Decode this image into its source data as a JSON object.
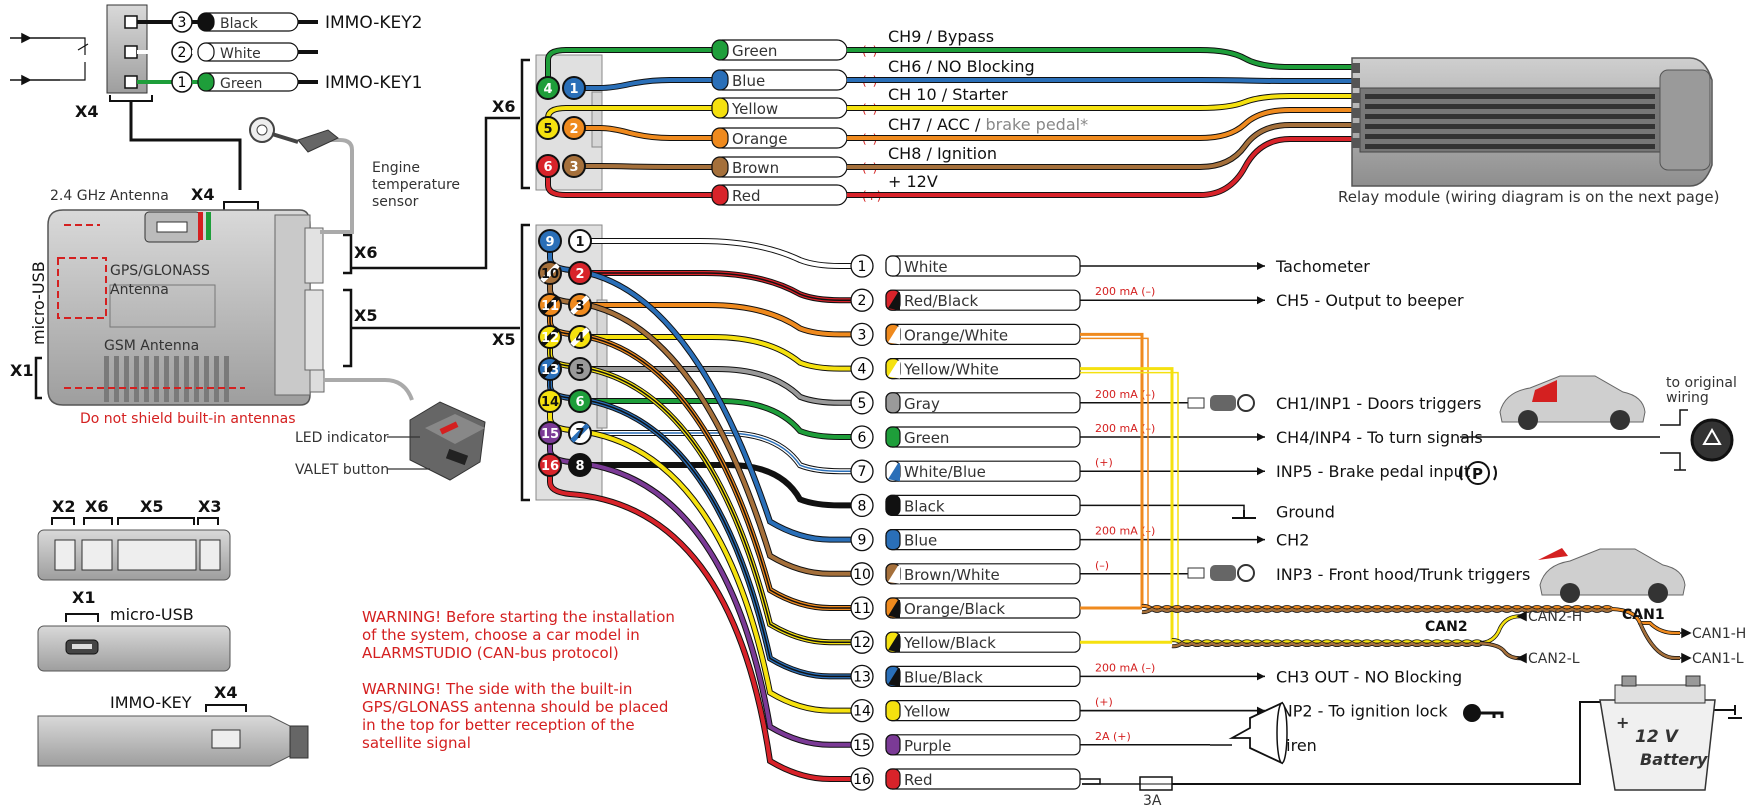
{
  "colors": {
    "White": "#ffffff",
    "Red": "#d8232a",
    "Black": "#111111",
    "Green": "#1e9e3a",
    "Blue": "#2a6fb8",
    "Yellow": "#f5e10f",
    "Orange": "#ef8a1e",
    "Brown": "#a5703b",
    "Gray": "#9a9a9a",
    "Purple": "#7b3a96",
    "Accent": "#d42020"
  },
  "immo": {
    "label_x4": "X4",
    "pins": [
      {
        "num": "3",
        "color": "Black",
        "label": "Black",
        "target": "IMMO-KEY2"
      },
      {
        "num": "2",
        "color": "White",
        "label": "White",
        "target": ""
      },
      {
        "num": "1",
        "color": "Green",
        "label": "Green",
        "target": "IMMO-KEY1"
      }
    ]
  },
  "unit": {
    "antenna_24": "2.4 GHz Antenna",
    "x4": "X4",
    "gps_line1": "GPS/GLONASS",
    "gps_line2": "Antenna",
    "gsm": "GSM Antenna",
    "micro_usb": "micro-USB",
    "x1": "X1",
    "x6": "X6",
    "x5": "X5",
    "shield_warning": "Do not shield built-in antennas",
    "engine_line1": "Engine",
    "engine_line2": "temperature",
    "engine_line3": "sensor",
    "led": "LED indicator",
    "valet": "VALET button"
  },
  "relay": {
    "x6_label": "X6",
    "module_label": "Relay module (wiring diagram is on the next page)",
    "wires": [
      {
        "pin": "4",
        "color": "Green",
        "label": "Green",
        "pol": "(–)",
        "func": "CH9 / Bypass",
        "func2": ""
      },
      {
        "pin": "1",
        "color": "Blue",
        "label": "Blue",
        "pol": "(–)",
        "func": "CH6 / NO Blocking",
        "func2": ""
      },
      {
        "pin": "5",
        "color": "Yellow",
        "label": "Yellow",
        "pol": "(–)",
        "func": "CH 10 / Starter",
        "func2": ""
      },
      {
        "pin": "2",
        "color": "Orange",
        "label": "Orange",
        "pol": "(–)",
        "func": "CH7 / ACC / ",
        "func2": "brake pedal*"
      },
      {
        "pin": "3",
        "color": "Brown",
        "label": "Brown",
        "pol": "(–)",
        "func": "CH8 / Ignition",
        "func2": ""
      },
      {
        "pin": "6",
        "color": "Red",
        "label": "Red",
        "pol": "(+)",
        "func": "+ 12V",
        "func2": ""
      }
    ]
  },
  "main": {
    "x5_label": "X5",
    "connector_pins": [
      {
        "left": "9",
        "leftColor": "Blue",
        "right": "1",
        "rightColor": "White"
      },
      {
        "left": "10",
        "leftColor": "Brown/White",
        "right": "2",
        "rightColor": "Red"
      },
      {
        "left": "11",
        "leftColor": "Orange/Black",
        "right": "3",
        "rightColor": "Orange/White"
      },
      {
        "left": "12",
        "leftColor": "Yellow/Black",
        "right": "4",
        "rightColor": "Yellow/White"
      },
      {
        "left": "13",
        "leftColor": "Blue/Black",
        "right": "5",
        "rightColor": "Gray"
      },
      {
        "left": "14",
        "leftColor": "Yellow",
        "right": "6",
        "rightColor": "Green"
      },
      {
        "left": "15",
        "leftColor": "Purple",
        "right": "7",
        "rightColor": "White/Blue"
      },
      {
        "left": "16",
        "leftColor": "Red",
        "right": "8",
        "rightColor": "Black"
      }
    ],
    "wires": [
      {
        "num": "1",
        "label": "White",
        "c1": "White",
        "c2": "",
        "spec": "",
        "func": "Tachometer"
      },
      {
        "num": "2",
        "label": "Red/Black",
        "c1": "Red",
        "c2": "Black",
        "spec": "200 mA (–)",
        "func": "CH5 - Output to beeper"
      },
      {
        "num": "3",
        "label": "Orange/White",
        "c1": "Orange",
        "c2": "White",
        "spec": "",
        "func": ""
      },
      {
        "num": "4",
        "label": "Yellow/White",
        "c1": "Yellow",
        "c2": "White",
        "spec": "",
        "func": ""
      },
      {
        "num": "5",
        "label": "Gray",
        "c1": "Gray",
        "c2": "",
        "spec": "200 mA (–)",
        "func": "CH1/INP1 - Doors triggers"
      },
      {
        "num": "6",
        "label": "Green",
        "c1": "Green",
        "c2": "",
        "spec": "200 mA (–)",
        "func": "CH4/INP4 - To turn signals"
      },
      {
        "num": "7",
        "label": "White/Blue",
        "c1": "White",
        "c2": "Blue",
        "spec": "(+)",
        "func": "INP5 - Brake pedal input"
      },
      {
        "num": "8",
        "label": "Black",
        "c1": "Black",
        "c2": "",
        "spec": "",
        "func": "Ground"
      },
      {
        "num": "9",
        "label": "Blue",
        "c1": "Blue",
        "c2": "",
        "spec": "200 mA (–)",
        "func": "CH2"
      },
      {
        "num": "10",
        "label": "Brown/White",
        "c1": "Brown",
        "c2": "White",
        "spec": "(–)",
        "func": "INP3 - Front hood/Trunk triggers"
      },
      {
        "num": "11",
        "label": "Orange/Black",
        "c1": "Orange",
        "c2": "Black",
        "spec": "",
        "func": ""
      },
      {
        "num": "12",
        "label": "Yellow/Black",
        "c1": "Yellow",
        "c2": "Black",
        "spec": "",
        "func": ""
      },
      {
        "num": "13",
        "label": "Blue/Black",
        "c1": "Blue",
        "c2": "Black",
        "spec": "200 mA (–)",
        "func": "CH3 OUT - NO Blocking"
      },
      {
        "num": "14",
        "label": "Yellow",
        "c1": "Yellow",
        "c2": "",
        "spec": "(+)",
        "func": "INP2 - To ignition lock"
      },
      {
        "num": "15",
        "label": "Purple",
        "c1": "Purple",
        "c2": "",
        "spec": "2A (+)",
        "func": "Siren"
      },
      {
        "num": "16",
        "label": "Red",
        "c1": "Red",
        "c2": "",
        "spec": "",
        "func": ""
      }
    ]
  },
  "can": {
    "can1": "CAN1",
    "can1h": "CAN1-H",
    "can1l": "CAN1-L",
    "can2": "CAN2",
    "can2h": "CAN2-H",
    "can2l": "CAN2-L"
  },
  "misc": {
    "to_original_1": "to original",
    "to_original_2": "wiring",
    "fuse": "3A",
    "battery": "12 V",
    "battery2": "Battery"
  },
  "connectors": {
    "x2": "X2",
    "x6": "X6",
    "x5": "X5",
    "x3": "X3",
    "x1": "X1",
    "micro_usb": "micro-USB",
    "immo_key": "IMMO-KEY",
    "x4": "X4"
  },
  "warnings": [
    [
      "WARNING! Before starting the installation",
      "of the system, choose a car model in",
      "ALARMSTUDIO (CAN-bus protocol)"
    ],
    [
      "WARNING! The side with the built-in",
      "GPS/GLONASS antenna should be placed",
      "in the top for better reception of the",
      "satellite signal"
    ]
  ]
}
